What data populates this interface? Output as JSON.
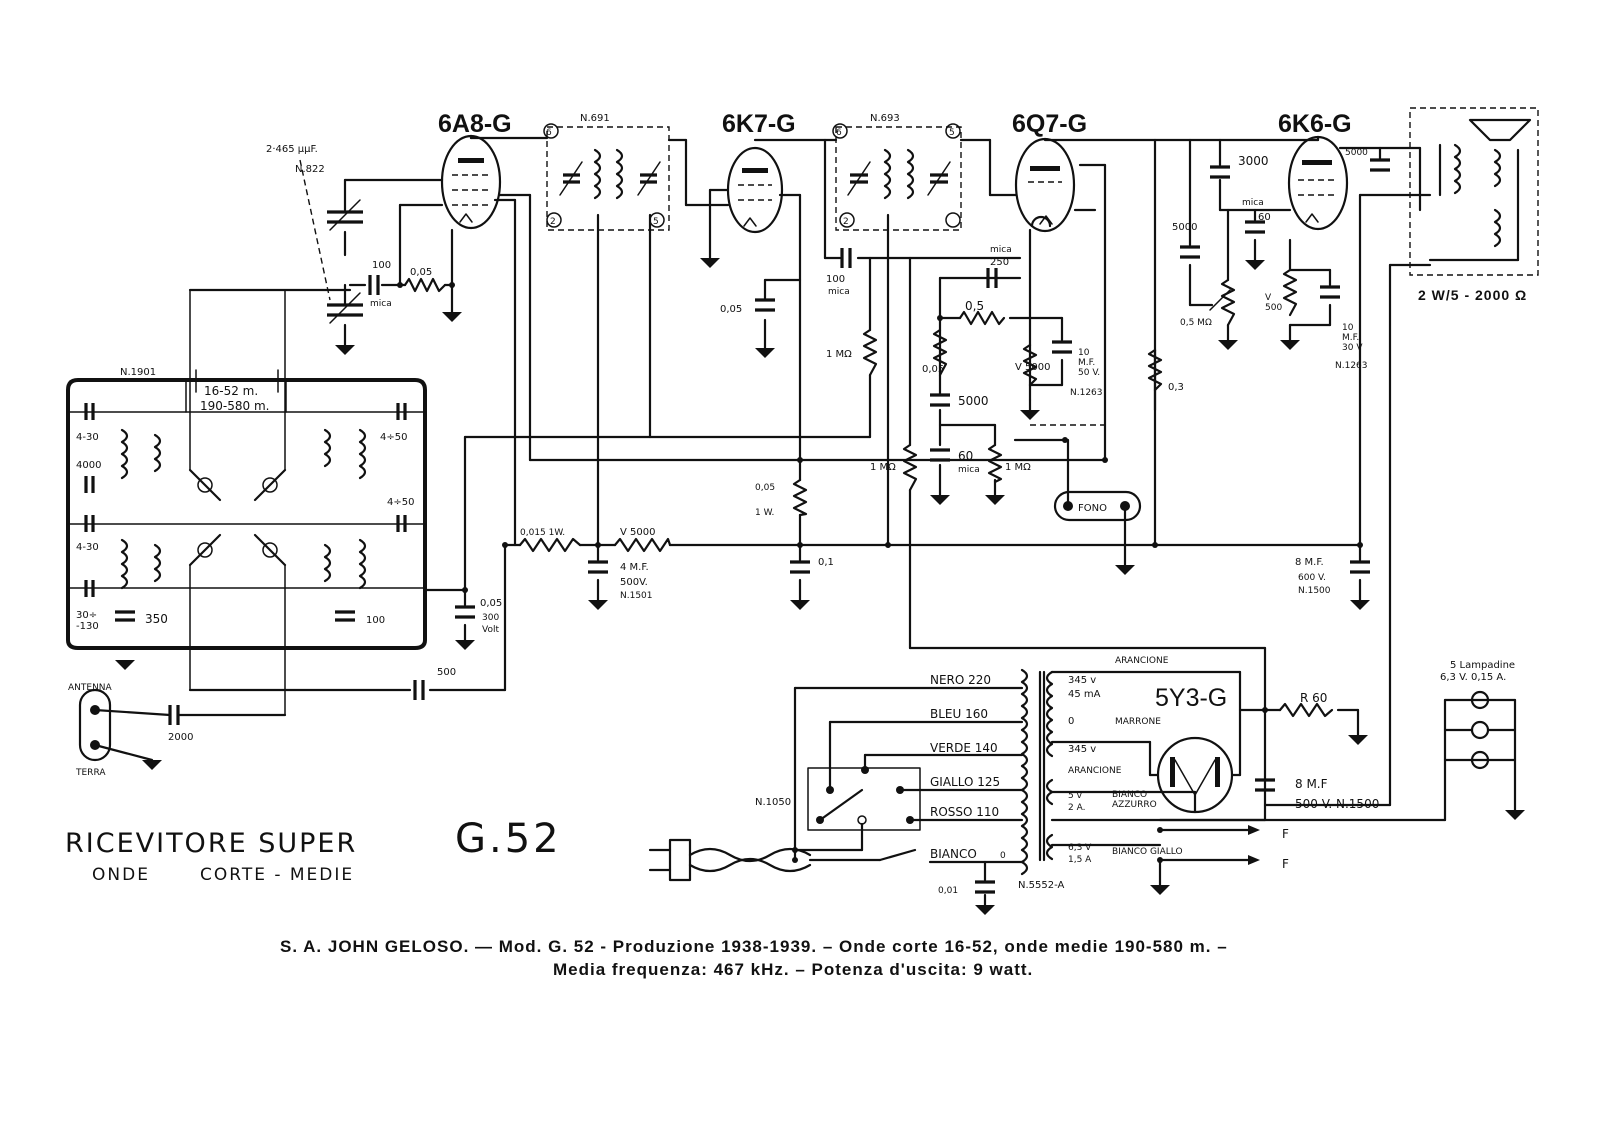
{
  "title": "RICEVITORE SUPER",
  "model": "G.52",
  "subtitle_left": "ONDE",
  "subtitle_right": "CORTE - MEDIE",
  "caption_line1": "S. A. JOHN GELOSO. — Mod. G. 52 - Produzione 1938-1939. – Onde corte 16-52, onde medie 190-580 m. –",
  "caption_line2": "Media frequenza: 467 kHz. – Potenza d'uscita: 9 watt.",
  "tubes": {
    "t1": "6A8-G",
    "t2": "6K7-G",
    "t3": "6Q7-G",
    "t4": "6K6-G",
    "rect": "5Y3-G"
  },
  "labels": {
    "n691": "N.691",
    "n693": "N.693",
    "gang": "2·465 μμF.",
    "n822": "N.822",
    "n1901": "N.1901",
    "band_sw": "16-52 m.",
    "band_mw": "190-580 m.",
    "c100": "100",
    "mica": "mica",
    "r005": "0,05",
    "c4_30a": "4-30",
    "c4000": "4000",
    "c4_30b": "4-30",
    "c30_130": "30÷\n-130",
    "c350": "350",
    "c100b": "100",
    "c4_50a": "4÷50",
    "c4_50b": "4÷50",
    "c0_05_005": "0,05",
    "c300": "300",
    "volt": "Volt",
    "c500": "500",
    "c2000": "2000",
    "antenna": "ANTENNA",
    "terra": "TERRA",
    "r0015": "0,015 1W.",
    "v5000": "V 5000",
    "c4mf": "4 M.F.",
    "v500": "500V.",
    "n1501": "N.1501",
    "c005b": "0,05",
    "r0_05_1w": "0,05",
    "w1": "1 W.",
    "c01": "0,1",
    "c100mica": "100",
    "mica2": "mica",
    "r1m1": "1 MΩ",
    "r1m2": "1 MΩ",
    "c250": "250",
    "mica3": "mica",
    "r05": "0,5",
    "r005b": "0,05",
    "c5000": "5000",
    "c60": "60",
    "mica4": "mica",
    "r1m3": "1 MΩ",
    "v5000b": "V 5000",
    "c10mf": "10\nM.F.\n50 V.",
    "n1263a": "N.1263",
    "fono": "FONO",
    "r5000": "5000",
    "c3000": "3000",
    "c60b": "60",
    "mica5": "mica",
    "pot05": "0,5 MΩ",
    "r03": "0,3",
    "c5000b": "5000",
    "v500b": "V\n500",
    "c10mf2": "10\nM.F.\n30 V",
    "n1263b": "N.1263",
    "spk": "2 W/5 - 2000 Ω",
    "c8mf": "8 M.F.",
    "v600": "600 V.",
    "n1500a": "N.1500",
    "lamp1": "5 Lampadine",
    "lamp2": "6,3 V. 0,15 A.",
    "nero": "NERO 220",
    "bleu": "BLEU 160",
    "verde": "VERDE 140",
    "giallo": "GIALLO 125",
    "rosso": "ROSSO 110",
    "bianco": "BIANCO",
    "zero": "0",
    "n1050": "N.1050",
    "c001": "0,01",
    "n5552": "N.5552-A",
    "arancione1": "ARANCIONE",
    "v345a": "345 v",
    "ma45": "45 mA",
    "zero2": "0",
    "marrone": "MARRONE",
    "v345b": "345 v",
    "arancione2": "ARANCIONE",
    "v5": "5 v",
    "a2": "2 A.",
    "bianco_azzurro": "BIANCO\nAZZURRO",
    "v63": "6,3 V",
    "a15": "1,5 A",
    "bianco_giallo": "BIANCO GIALLO",
    "r60": "R 60",
    "c8mf2": "8 M.F",
    "v500n1500": "500 V. N.1500",
    "F1": "F",
    "F2": "F",
    "n2": "2",
    "n5": "5",
    "n6": "6",
    "n2b": "2",
    "n5b": "5",
    "n6b": "6"
  }
}
